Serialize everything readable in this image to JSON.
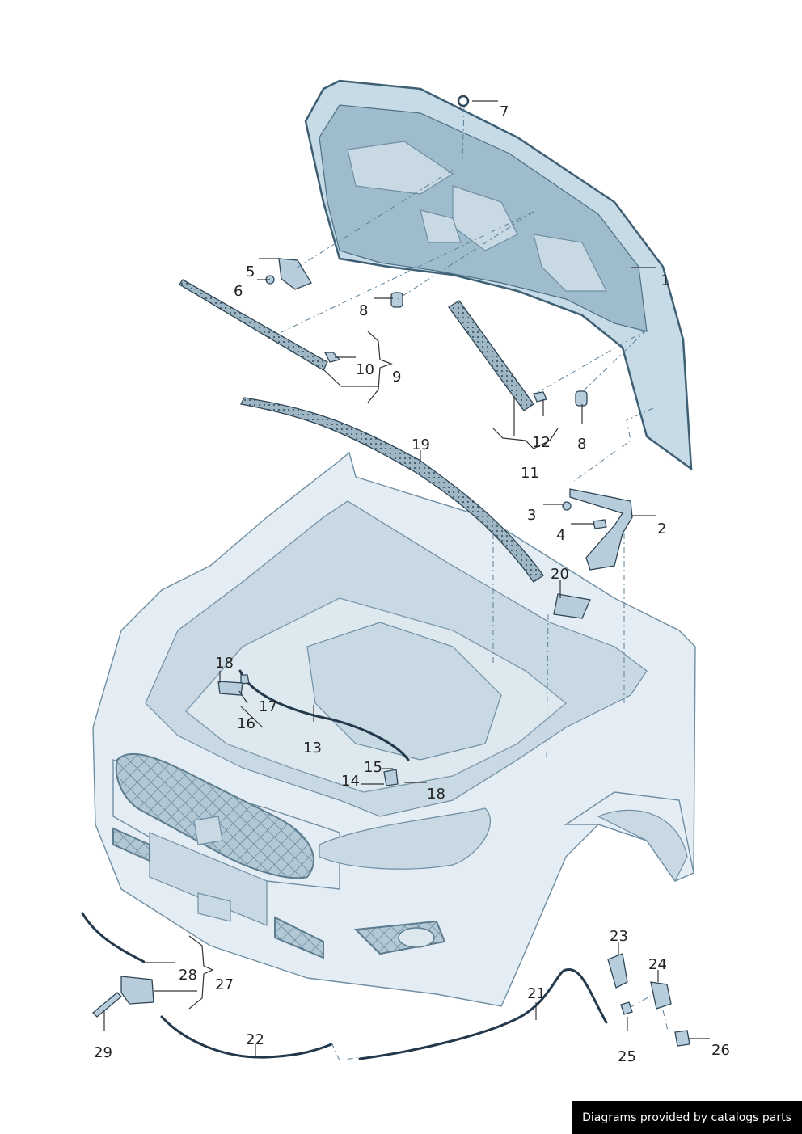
{
  "callouts": [
    "1",
    "2",
    "3",
    "4",
    "5",
    "6",
    "7",
    "8",
    "8",
    "9",
    "10",
    "11",
    "12",
    "13",
    "14",
    "15",
    "16",
    "17",
    "18",
    "18",
    "19",
    "20",
    "21",
    "22",
    "23",
    "24",
    "25",
    "26",
    "27",
    "28",
    "29"
  ],
  "footer": {
    "text": "Diagrams provided by catalogs parts"
  }
}
